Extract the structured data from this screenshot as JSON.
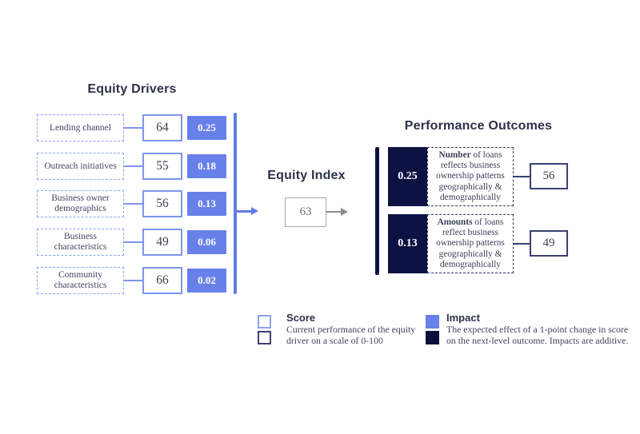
{
  "colors": {
    "impact_blue": "#6880ea",
    "impact_navy": "#0e1243",
    "score_border_light": "#7e95ec",
    "score_border_dark": "#3c4170",
    "flow_line_blue": "#5e7ce8",
    "index_gray": "#a6a9b0",
    "title_text": "#2e3248"
  },
  "equity_drivers": {
    "title": "Equity Drivers",
    "rows": [
      {
        "label": "Lending channel",
        "score": "64",
        "impact": "0.25"
      },
      {
        "label": "Outreach initiatives",
        "score": "55",
        "impact": "0.18"
      },
      {
        "label": "Business owner demographics",
        "score": "56",
        "impact": "0.13"
      },
      {
        "label": "Business characteristics",
        "score": "49",
        "impact": "0.06"
      },
      {
        "label": "Community characteristics",
        "score": "66",
        "impact": "0.02"
      }
    ]
  },
  "equity_index": {
    "title": "Equity Index",
    "score": "63"
  },
  "performance_outcomes": {
    "title": "Performance Outcomes",
    "rows": [
      {
        "impact": "0.25",
        "desc_bold": "Number",
        "desc_rest": " of loans reflects business ownership patterns geographically & demographically",
        "score": "56"
      },
      {
        "impact": "0.13",
        "desc_bold": "Amounts",
        "desc_rest": " of loans reflect business ownership patterns geographically & demographically",
        "score": "49"
      }
    ]
  },
  "legend": {
    "score": {
      "title": "Score",
      "desc": "Current performance of the equity driver on a scale of 0-100"
    },
    "impact": {
      "title": "Impact",
      "desc": "The expected effect of a 1-point change in score on the next-level outcome. Impacts are additive."
    }
  }
}
